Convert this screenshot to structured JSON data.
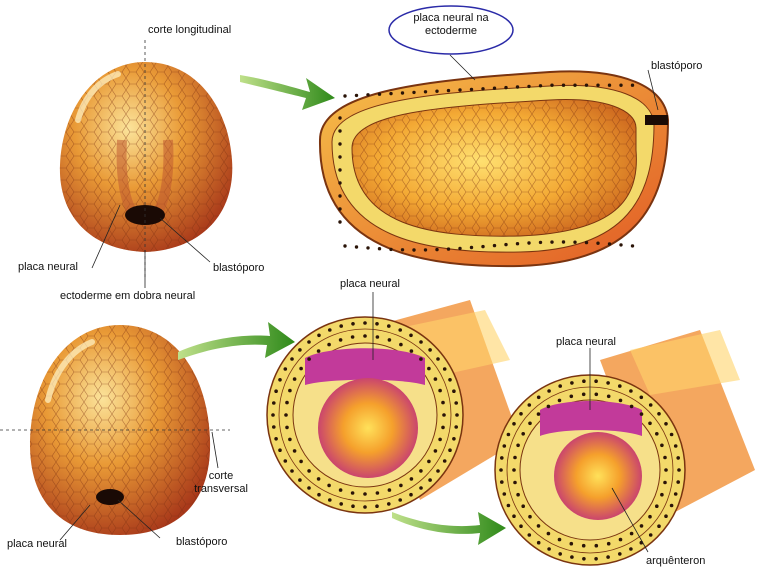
{
  "labels": {
    "corte_longitudinal": "corte longitudinal",
    "placa_neural_na_ectoderme_1": "placa neural na",
    "placa_neural_na_ectoderme_2": "ectoderme",
    "blastoporo_top_right": "blastóporo",
    "placa_neural_top_left": "placa neural",
    "blastoporo_top_left": "blastóporo",
    "ectoderme_em_dobra_neural": "ectoderme em dobra neural",
    "placa_neural_middle": "placa neural",
    "placa_neural_right": "placa neural",
    "corte_transversal_1": "corte",
    "corte_transversal_2": "transversal",
    "placa_neural_bottom_left": "placa neural",
    "blastoporo_bottom_left": "blastóporo",
    "arquenteron": "arquênteron"
  },
  "colors": {
    "embryo_dark": "#b8461a",
    "embryo_mid": "#e0862a",
    "embryo_light": "#f7d27a",
    "cell_band": "#f3d96a",
    "neural_plate": "#c23a9a",
    "arrow_green": "#3a8f1f",
    "highlight_ellipse": "#2b2ba8"
  }
}
